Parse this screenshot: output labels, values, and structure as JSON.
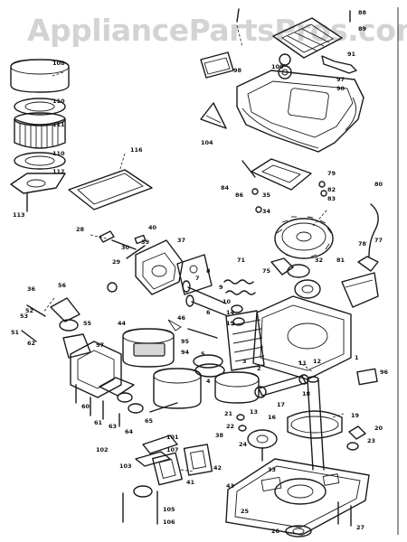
{
  "watermark": "AppliancePartsPros.com",
  "callouts": [
    {
      "id": "c-88",
      "text": "88"
    },
    {
      "id": "c-89",
      "text": "89"
    },
    {
      "id": "c-91",
      "text": "91"
    },
    {
      "id": "c-90",
      "text": "90"
    },
    {
      "id": "c-98",
      "text": "98"
    },
    {
      "id": "c-97",
      "text": "97"
    },
    {
      "id": "c-100",
      "text": "100"
    },
    {
      "id": "c-108",
      "text": "108"
    },
    {
      "id": "c-110",
      "text": "110"
    },
    {
      "id": "c-111",
      "text": "111"
    },
    {
      "id": "c-110b",
      "text": "110"
    },
    {
      "id": "c-112",
      "text": "112"
    },
    {
      "id": "c-113",
      "text": "113"
    },
    {
      "id": "c-116",
      "text": "116"
    },
    {
      "id": "c-104",
      "text": "104"
    },
    {
      "id": "c-84",
      "text": "84"
    },
    {
      "id": "c-86",
      "text": "86"
    },
    {
      "id": "c-79",
      "text": "79"
    },
    {
      "id": "c-82",
      "text": "82"
    },
    {
      "id": "c-83",
      "text": "83"
    },
    {
      "id": "c-35",
      "text": "35"
    },
    {
      "id": "c-34",
      "text": "34"
    },
    {
      "id": "c-81",
      "text": "81"
    },
    {
      "id": "c-78",
      "text": "78"
    },
    {
      "id": "c-80",
      "text": "80"
    },
    {
      "id": "c-77",
      "text": "77"
    },
    {
      "id": "c-40",
      "text": "40"
    },
    {
      "id": "c-37",
      "text": "37"
    },
    {
      "id": "c-30",
      "text": "30"
    },
    {
      "id": "c-29",
      "text": "29"
    },
    {
      "id": "c-28",
      "text": "28"
    },
    {
      "id": "c-39",
      "text": "39"
    },
    {
      "id": "c-71",
      "text": "71"
    },
    {
      "id": "c-75",
      "text": "75"
    },
    {
      "id": "c-32",
      "text": "32"
    },
    {
      "id": "c-8",
      "text": "8"
    },
    {
      "id": "c-9",
      "text": "9"
    },
    {
      "id": "c-10",
      "text": "10"
    },
    {
      "id": "c-14",
      "text": "14"
    },
    {
      "id": "c-15",
      "text": "15"
    },
    {
      "id": "c-7",
      "text": "7"
    },
    {
      "id": "c-36",
      "text": "36"
    },
    {
      "id": "c-44",
      "text": "44"
    },
    {
      "id": "c-46",
      "text": "46"
    },
    {
      "id": "c-56",
      "text": "56"
    },
    {
      "id": "c-53",
      "text": "53"
    },
    {
      "id": "c-51",
      "text": "51"
    },
    {
      "id": "c-62",
      "text": "62"
    },
    {
      "id": "c-52",
      "text": "52"
    },
    {
      "id": "c-55",
      "text": "55"
    },
    {
      "id": "c-57",
      "text": "57"
    },
    {
      "id": "c-95",
      "text": "95"
    },
    {
      "id": "c-94",
      "text": "94"
    },
    {
      "id": "c-1",
      "text": "1"
    },
    {
      "id": "c-2",
      "text": "2"
    },
    {
      "id": "c-3",
      "text": "3"
    },
    {
      "id": "c-4",
      "text": "4"
    },
    {
      "id": "c-5",
      "text": "5"
    },
    {
      "id": "c-11",
      "text": "11"
    },
    {
      "id": "c-12",
      "text": "12"
    },
    {
      "id": "c-96",
      "text": "96"
    },
    {
      "id": "c-17",
      "text": "17"
    },
    {
      "id": "c-19",
      "text": "19"
    },
    {
      "id": "c-21",
      "text": "21"
    },
    {
      "id": "c-22",
      "text": "22"
    },
    {
      "id": "c-24",
      "text": "24"
    },
    {
      "id": "c-25",
      "text": "25"
    },
    {
      "id": "c-23",
      "text": "23"
    },
    {
      "id": "c-26",
      "text": "26"
    },
    {
      "id": "c-27",
      "text": "27"
    },
    {
      "id": "c-20",
      "text": "20"
    },
    {
      "id": "c-33",
      "text": "33"
    },
    {
      "id": "c-38",
      "text": "38"
    },
    {
      "id": "c-41",
      "text": "41"
    },
    {
      "id": "c-42",
      "text": "42"
    },
    {
      "id": "c-43",
      "text": "43"
    },
    {
      "id": "c-101",
      "text": "101"
    },
    {
      "id": "c-102",
      "text": "102"
    },
    {
      "id": "c-103",
      "text": "103"
    },
    {
      "id": "c-105",
      "text": "105"
    },
    {
      "id": "c-106",
      "text": "106"
    },
    {
      "id": "c-107",
      "text": "107"
    },
    {
      "id": "c-60",
      "text": "60"
    },
    {
      "id": "c-61",
      "text": "61"
    },
    {
      "id": "c-63",
      "text": "63"
    },
    {
      "id": "c-64",
      "text": "64"
    },
    {
      "id": "c-65",
      "text": "65"
    },
    {
      "id": "c-18",
      "text": "18"
    },
    {
      "id": "c-16",
      "text": "16"
    },
    {
      "id": "c-13",
      "text": "13"
    },
    {
      "id": "c-6",
      "text": "6"
    }
  ]
}
